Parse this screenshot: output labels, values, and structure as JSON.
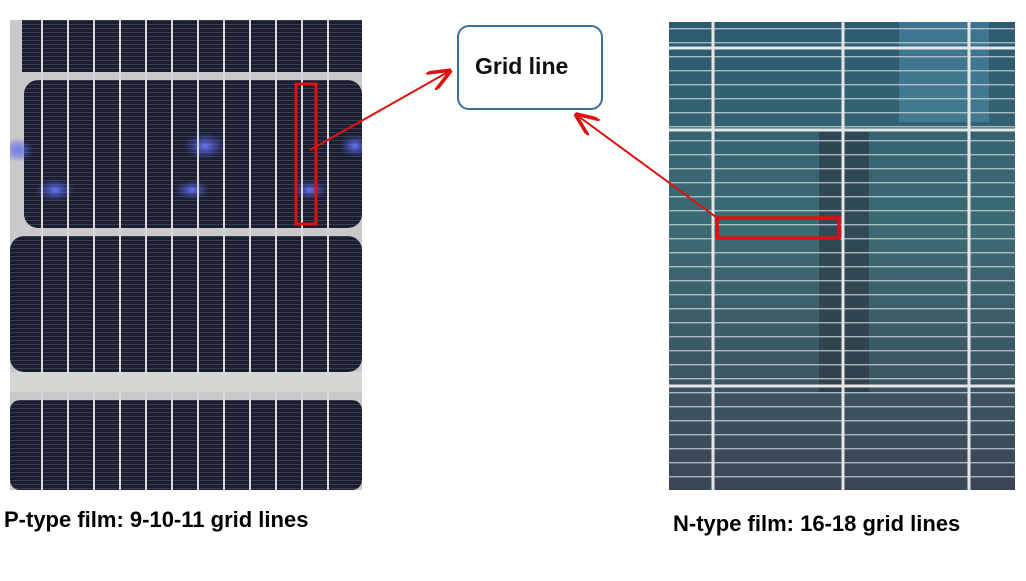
{
  "callout": {
    "label": "Grid line"
  },
  "captions": {
    "p_type": "P-type film: 9-10-11 grid lines",
    "n_type": "N-type film: 16-18 grid lines"
  },
  "colors": {
    "highlight": "#e01010",
    "callout_border": "#3a6f9e",
    "cell_dark": "#15182a",
    "n_cell": "#3a5a66"
  },
  "icons": [
    "solar-cell-photo",
    "arrow"
  ]
}
